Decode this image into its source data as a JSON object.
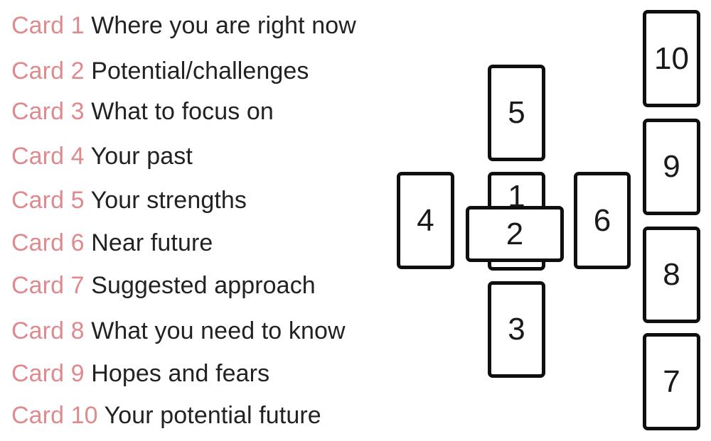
{
  "legend": [
    {
      "label": "Card 1",
      "meaning": "Where you are right now"
    },
    {
      "label": "Card 2",
      "meaning": "Potential/challenges"
    },
    {
      "label": "Card 3",
      "meaning": "What to focus on"
    },
    {
      "label": "Card 4",
      "meaning": "Your past"
    },
    {
      "label": "Card 5",
      "meaning": "Your strengths"
    },
    {
      "label": "Card 6",
      "meaning": "Near future"
    },
    {
      "label": "Card 7",
      "meaning": "Suggested approach"
    },
    {
      "label": "Card 8",
      "meaning": "What you need to know"
    },
    {
      "label": "Card 9",
      "meaning": "Hopes and fears"
    },
    {
      "label": "Card 10",
      "meaning": "Your potential future"
    }
  ],
  "cards": {
    "c1": "1",
    "c2": "2",
    "c3": "3",
    "c4": "4",
    "c5": "5",
    "c6": "6",
    "c7": "7",
    "c8": "8",
    "c9": "9",
    "c10": "10"
  },
  "colors": {
    "label": "#df8a8e",
    "text": "#222222",
    "card_border": "#0f0f0f"
  }
}
